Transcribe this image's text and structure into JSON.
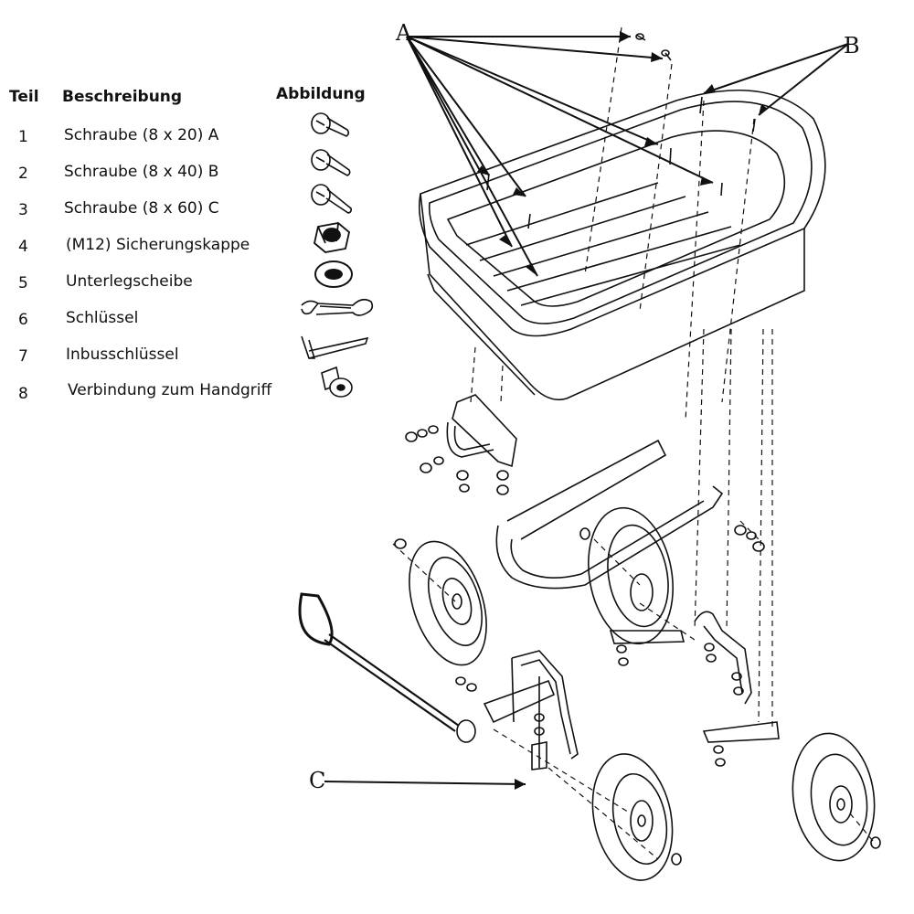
{
  "parts_table": {
    "headers": {
      "part": "Teil",
      "description": "Beschreibung",
      "image": "Abbildung"
    },
    "rows": [
      {
        "part": "1",
        "description": "Schraube (8 x 20) A",
        "icon": "bolt-short-icon"
      },
      {
        "part": "2",
        "description": "Schraube (8 x 40) B",
        "icon": "bolt-medium-icon"
      },
      {
        "part": "3",
        "description": "Schraube (8 x 60) C",
        "icon": "bolt-long-icon"
      },
      {
        "part": "4",
        "description": "(M12) Sicherungskappe",
        "icon": "lock-nut-icon"
      },
      {
        "part": "5",
        "description": "Unterlegscheibe",
        "icon": "washer-icon"
      },
      {
        "part": "6",
        "description": "Schlüssel",
        "icon": "wrench-icon"
      },
      {
        "part": "7",
        "description": "Inbusschlüssel",
        "icon": "allen-key-icon"
      },
      {
        "part": "8",
        "description": "Verbindung zum Handgriff",
        "icon": "handle-connector-icon"
      }
    ]
  },
  "diagram": {
    "callouts": {
      "a": "A",
      "b": "B",
      "c": "C"
    },
    "line_color": "#111111"
  }
}
